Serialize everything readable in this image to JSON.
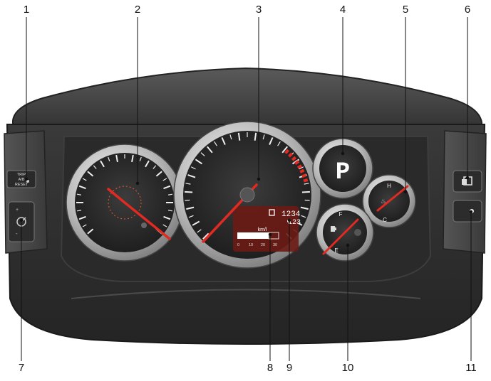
{
  "callouts": {
    "c1": "1",
    "c2": "2",
    "c3": "3",
    "c4": "4",
    "c5": "5",
    "c6": "6",
    "c7": "7",
    "c8": "8",
    "c9": "9",
    "c10": "10",
    "c11": "11"
  },
  "left_panel": {
    "trip_button_line1": "TRIP",
    "trip_button_line2": "A/B",
    "trip_button_line3": "RESET"
  },
  "gear_indicator": {
    "gear": "P"
  },
  "temp_gauge": {
    "high_label": "H",
    "cold_label": "C"
  },
  "fuel_gauge": {
    "full_label": "F",
    "empty_label": "E"
  },
  "odometer": {
    "line1": "1234",
    "line2": "123"
  },
  "fuel_economy": {
    "unit": "km/l",
    "ticks": [
      "0",
      "10",
      "20",
      "30"
    ]
  },
  "colors": {
    "needle": "#e02a22",
    "redline": "#e02a22",
    "panel_dark": "#2c2c2c",
    "display_red": "#6b1a14"
  }
}
